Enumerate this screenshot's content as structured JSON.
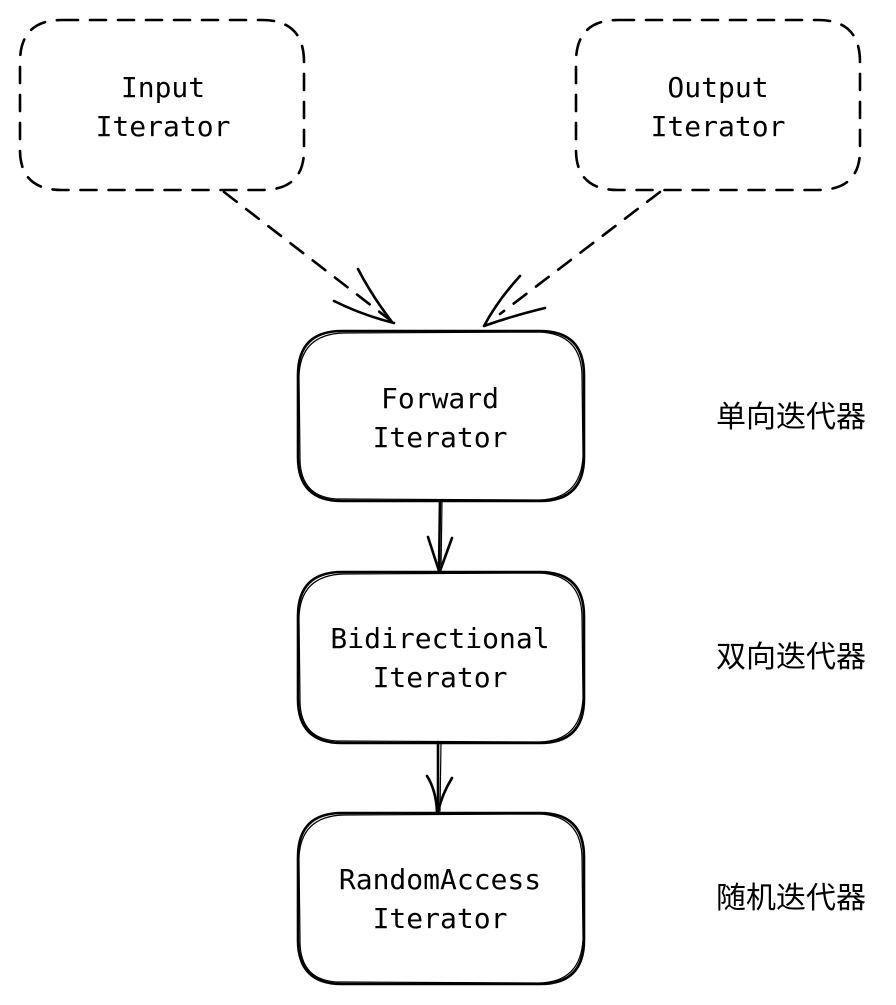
{
  "diagram": {
    "title": "",
    "stroke_color": "#000000",
    "background": "#ffffff",
    "nodes": [
      {
        "id": "input",
        "lines": [
          "Input",
          "Iterator"
        ],
        "style": "dashed"
      },
      {
        "id": "output",
        "lines": [
          "Output",
          "Iterator"
        ],
        "style": "dashed"
      },
      {
        "id": "forward",
        "lines": [
          "Forward",
          "Iterator"
        ],
        "style": "solid"
      },
      {
        "id": "bidirectional",
        "lines": [
          "Bidirectional",
          "Iterator"
        ],
        "style": "solid"
      },
      {
        "id": "random",
        "lines": [
          "RandomAccess",
          "Iterator"
        ],
        "style": "solid"
      }
    ],
    "edges": [
      {
        "from": "input",
        "to": "forward",
        "style": "dashed"
      },
      {
        "from": "output",
        "to": "forward",
        "style": "dashed"
      },
      {
        "from": "forward",
        "to": "bidirectional",
        "style": "solid"
      },
      {
        "from": "bidirectional",
        "to": "random",
        "style": "solid"
      }
    ],
    "side_labels": {
      "forward": "单向迭代器",
      "bidirectional": "双向迭代器",
      "random": "随机迭代器"
    }
  }
}
